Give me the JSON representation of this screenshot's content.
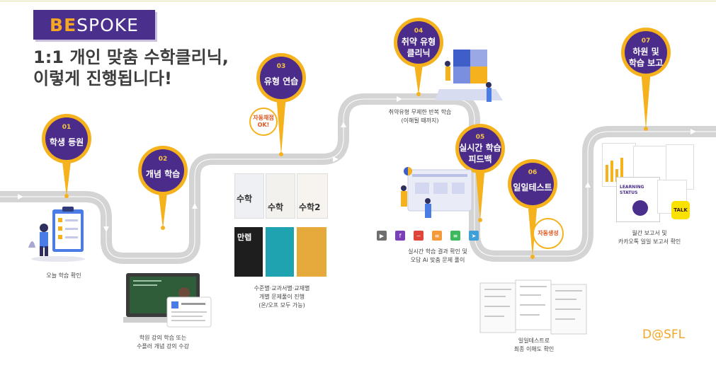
{
  "logo": {
    "part1": "BE",
    "part2": "SPOKE"
  },
  "headline": {
    "line1": "1:1 개인 맞춤 수학클리닉,",
    "line2": "이렇게 진행됩니다!"
  },
  "steps": [
    {
      "num": "01",
      "label_line1": "학생 등원",
      "label_line2": ""
    },
    {
      "num": "02",
      "label_line1": "개념 학습",
      "label_line2": ""
    },
    {
      "num": "03",
      "label_line1": "유형 연습",
      "label_line2": ""
    },
    {
      "num": "04",
      "label_line1": "취약 유형",
      "label_line2": "클리닉"
    },
    {
      "num": "05",
      "label_line1": "실시간 학습",
      "label_line2": "피드백"
    },
    {
      "num": "06",
      "label_line1": "일일테스트",
      "label_line2": ""
    },
    {
      "num": "07",
      "label_line1": "하원 및",
      "label_line2": "학습 보고"
    }
  ],
  "captions": {
    "c01": "오늘 학습 확인",
    "c02_1": "학원 강의 학습 또는",
    "c02_2": "수플러 개념 강의 수강",
    "c03_1": "수준별·교과서별·교재별",
    "c03_2": "개별 문제풀이 진행",
    "c03_3": "(온/오프 모두 가능)",
    "c04_1": "취약유형 무제한 반복 학습",
    "c04_2": "(이해될 때까지)",
    "c05_1": "실시간 학습 결과 확인 및",
    "c05_2": "오답 Ai 맞춤 문제 풀이",
    "c06_1": "일일테스트로",
    "c06_2": "최종 이해도 확인",
    "c07_1": "월간 보고서 및",
    "c07_2": "카카오톡 일일 보고서 확인"
  },
  "badges": {
    "auto_grade_1": "자동채점",
    "auto_grade_2": "OK!",
    "auto_gen": "자동생성"
  },
  "books": {
    "b1": "수학",
    "b2": "수학",
    "b3": "수학2",
    "b4": "만렙"
  },
  "report": {
    "line1": "LEARNING",
    "line2": "STATUS"
  },
  "talk": "TALK",
  "watermark": "D@SFL",
  "colors": {
    "purple": "#4a2f8c",
    "pin_purple": "#4b2c8a",
    "gold": "#f5b21c",
    "road": "#d9d9d9"
  }
}
